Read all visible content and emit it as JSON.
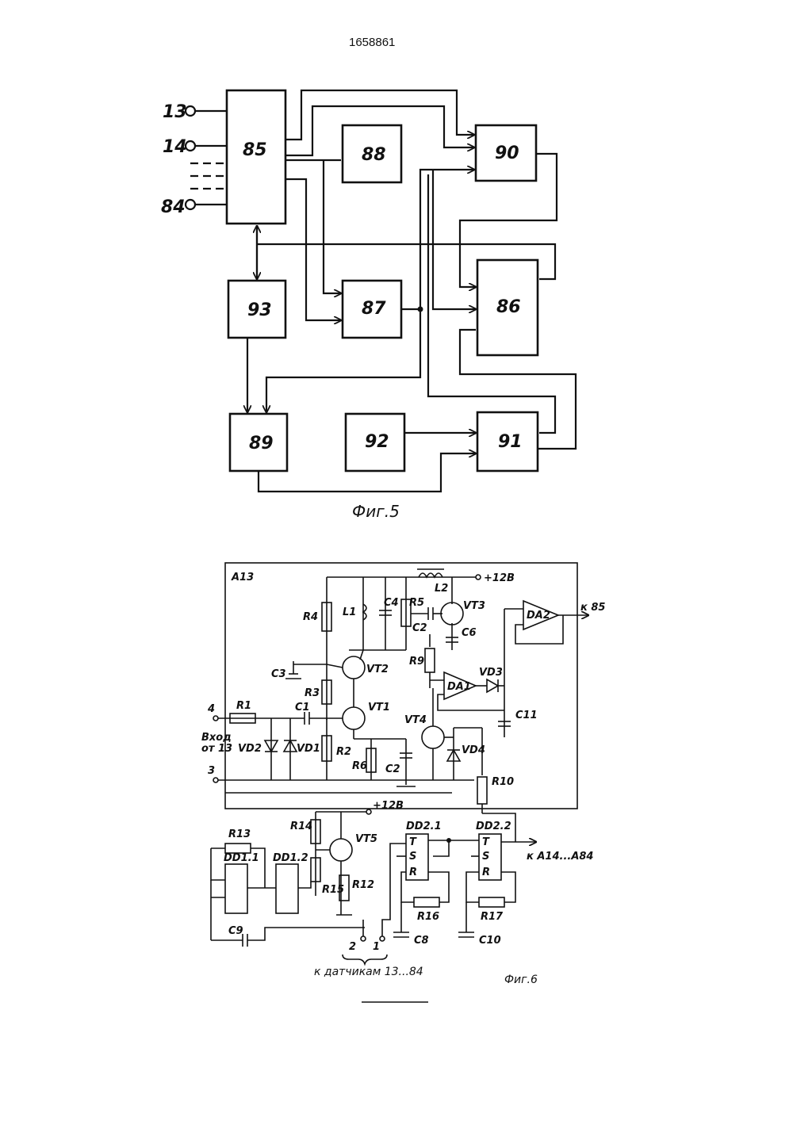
{
  "header": {
    "patent_number": "1658861"
  },
  "fig5": {
    "caption": "Фиг.5",
    "inputs": [
      "13",
      "14",
      "84"
    ],
    "blocks": {
      "b85": "85",
      "b88": "88",
      "b90": "90",
      "b86": "86",
      "b93": "93",
      "b87": "87",
      "b89": "89",
      "b92": "92",
      "b91": "91"
    }
  },
  "fig6": {
    "caption": "Фиг.6",
    "module": "A13",
    "supply_top": "+12В",
    "supply_bottom": "+12В",
    "out_85": "к 85",
    "out_a": "к А14...А84",
    "to_sensors": "к датчикам 13...84",
    "input_label": {
      "pin4": "4",
      "line1": "Вход",
      "line2": "от 13",
      "pin3": "3"
    },
    "pins": {
      "p2": "2",
      "p1": "1"
    },
    "parts": {
      "R1": "R1",
      "R2": "R2",
      "R3": "R3",
      "R4": "R4",
      "R5": "R5",
      "R6": "R6",
      "R9": "R9",
      "R10": "R10",
      "R12": "R12",
      "R13": "R13",
      "R14": "R14",
      "R15": "R15",
      "R16": "R16",
      "R17": "R17",
      "C1": "C1",
      "C2a": "C2",
      "C2b": "C2",
      "C3": "C3",
      "C4": "C4",
      "C6": "C6",
      "C8": "C8",
      "C9": "C9",
      "C10": "C10",
      "C11": "C11",
      "L1": "L1",
      "L2": "L2",
      "VT1": "VT1",
      "VT2": "VT2",
      "VT3": "VT3",
      "VT4": "VT4",
      "VT5": "VT5",
      "VD1": "VD1",
      "VD2": "VD2",
      "VD3": "VD3",
      "VD4": "VD4",
      "DA1": "DA1",
      "DA2": "DA2",
      "DD11": "DD1.1",
      "DD12": "DD1.2",
      "DD21": "DD2.1",
      "DD22": "DD2.2",
      "T1": "T",
      "S1": "S",
      "R1p": "R",
      "T2": "T",
      "S2": "S",
      "R2p": "R"
    }
  }
}
